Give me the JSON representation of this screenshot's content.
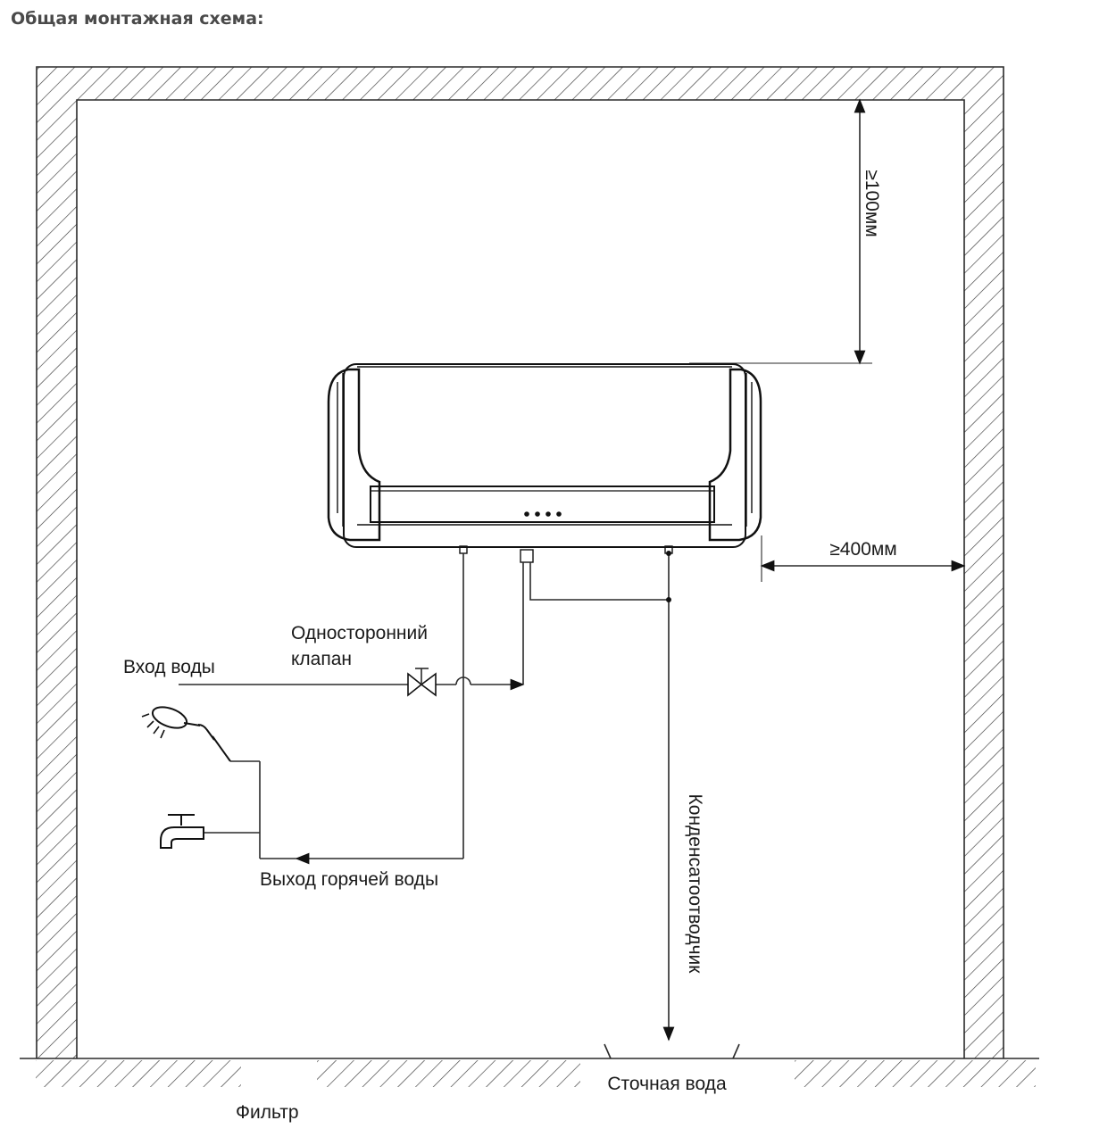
{
  "heading": "Общая монтажная схема:",
  "labels": {
    "top_clearance": "≥100мм",
    "side_clearance": "≥400мм",
    "check_valve_line1": "Односторонний",
    "check_valve_line2": "клапан",
    "water_inlet": "Вход воды",
    "hot_water_outlet": "Выход горячей воды",
    "condensate_drain": "Конденсатоотводчик",
    "waste_water": "Сточная вода",
    "filter": "Фильтр"
  },
  "colors": {
    "line": "#2a2a2a",
    "wall_hatch": "#3a3a3a",
    "heading_text": "#4a4a4a"
  }
}
